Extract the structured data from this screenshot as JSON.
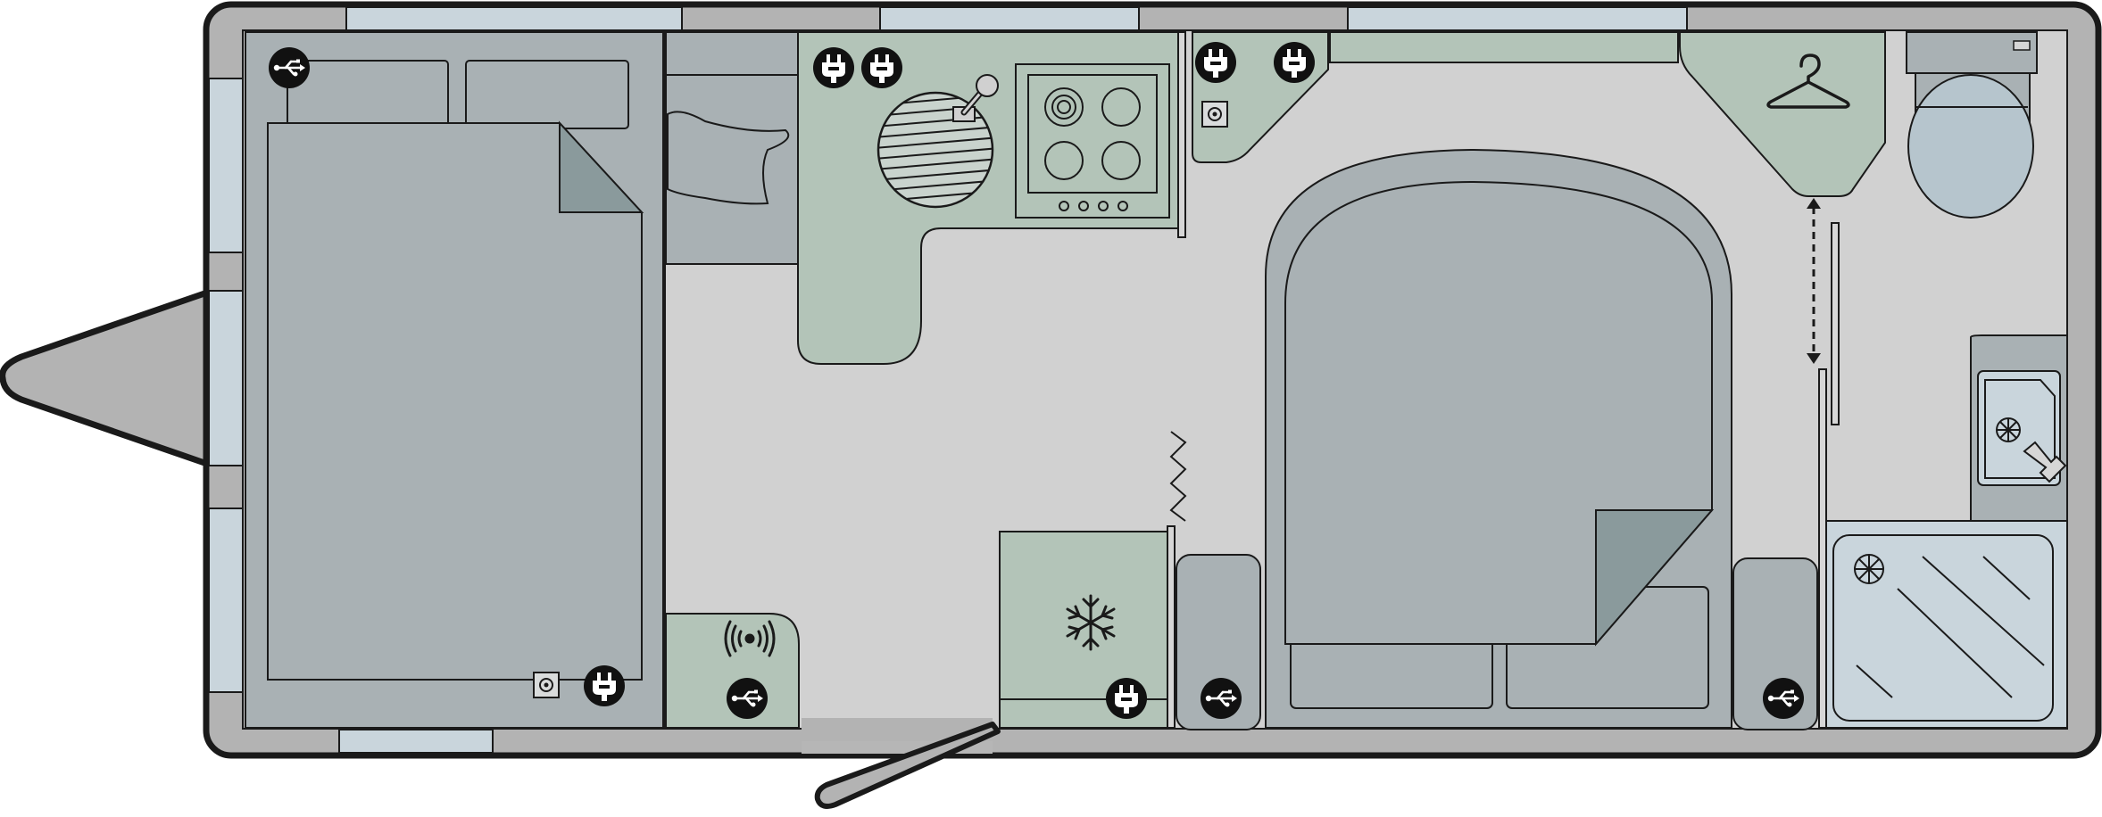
{
  "plan": {
    "kind": "caravan floor plan",
    "colors": {
      "outline": "#1a1a1a",
      "shell": "#b3b3b3",
      "floor": "#d1d1d1",
      "furniture_grey": "#a9b1b4",
      "cushion_grey": "#c2c8cb",
      "kitchen_green": "#b3c4b8",
      "window_blue": "#c9d5dc",
      "fold_dark": "#8a9a9c",
      "icon_badge": "#111111",
      "icon_glyph": "#ffffff"
    },
    "icons": {
      "usb": "usb-icon",
      "socket": "mains-socket-icon",
      "tv_point": "tv-aerial-point-icon",
      "wifi": "wireless-charging-icon",
      "fridge": "snowflake-icon",
      "wardrobe": "coat-hanger-icon",
      "heater": "radiator-icon",
      "hob": "gas-hob-icon",
      "sink": "sink-drainer-icon",
      "tap": "tap-icon",
      "shower": "shower-tray-icon",
      "toilet": "toilet-icon",
      "basin": "washbasin-icon",
      "sliding_door": "sliding-door-arrow-icon"
    },
    "areas": [
      "front-fixed-bed",
      "side-cabinet",
      "kitchen",
      "kitchen-corner-unit",
      "fridge",
      "rear-island-bed",
      "wardrobe",
      "washroom-toilet",
      "washroom-basin",
      "shower",
      "entrance-door"
    ]
  }
}
